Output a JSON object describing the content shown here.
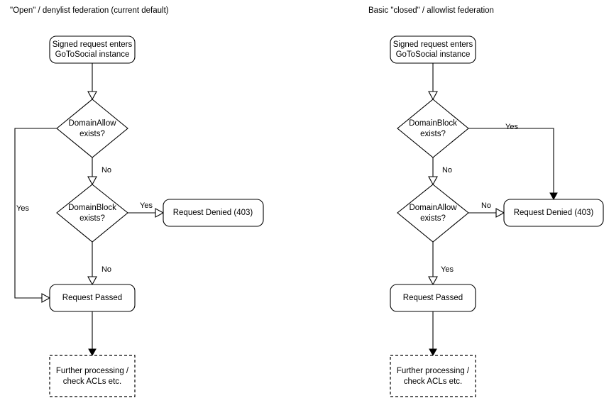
{
  "diagram": {
    "type": "flowchart",
    "background_color": "#ffffff",
    "stroke_color": "#000000",
    "text_color": "#000000",
    "panels": [
      {
        "id": "open-denylist",
        "title": "\"Open\" / denylist federation (current default)",
        "nodes": [
          {
            "id": "entry",
            "shape": "rounded-rect",
            "lines": [
              "Signed request enters",
              "GoToSocial instance"
            ]
          },
          {
            "id": "domain-allow",
            "shape": "diamond",
            "lines": [
              "DomainAllow",
              "exists?"
            ]
          },
          {
            "id": "domain-block",
            "shape": "diamond",
            "lines": [
              "DomainBlock",
              "exists?"
            ]
          },
          {
            "id": "request-denied",
            "shape": "rounded-rect",
            "lines": [
              "Request Denied (403)"
            ]
          },
          {
            "id": "request-passed",
            "shape": "rounded-rect",
            "lines": [
              "Request Passed"
            ]
          },
          {
            "id": "further-processing",
            "shape": "dashed-rect",
            "lines": [
              "Further processing /",
              "check ACLs etc."
            ]
          }
        ],
        "edges": [
          {
            "from": "entry",
            "to": "domain-allow",
            "label": ""
          },
          {
            "from": "domain-allow",
            "to": "request-passed",
            "label": "Yes"
          },
          {
            "from": "domain-allow",
            "to": "domain-block",
            "label": "No"
          },
          {
            "from": "domain-block",
            "to": "request-denied",
            "label": "Yes"
          },
          {
            "from": "domain-block",
            "to": "request-passed",
            "label": "No"
          },
          {
            "from": "request-passed",
            "to": "further-processing",
            "label": ""
          }
        ]
      },
      {
        "id": "closed-allowlist",
        "title": "Basic \"closed\" / allowlist federation",
        "nodes": [
          {
            "id": "entry",
            "shape": "rounded-rect",
            "lines": [
              "Signed request enters",
              "GoToSocial instance"
            ]
          },
          {
            "id": "domain-block",
            "shape": "diamond",
            "lines": [
              "DomainBlock",
              "exists?"
            ]
          },
          {
            "id": "domain-allow",
            "shape": "diamond",
            "lines": [
              "DomainAllow",
              "exists?"
            ]
          },
          {
            "id": "request-denied",
            "shape": "rounded-rect",
            "lines": [
              "Request Denied (403)"
            ]
          },
          {
            "id": "request-passed",
            "shape": "rounded-rect",
            "lines": [
              "Request Passed"
            ]
          },
          {
            "id": "further-processing",
            "shape": "dashed-rect",
            "lines": [
              "Further processing /",
              "check ACLs etc."
            ]
          }
        ],
        "edges": [
          {
            "from": "entry",
            "to": "domain-block",
            "label": ""
          },
          {
            "from": "domain-block",
            "to": "request-denied",
            "label": "Yes"
          },
          {
            "from": "domain-block",
            "to": "domain-allow",
            "label": "No"
          },
          {
            "from": "domain-allow",
            "to": "request-denied",
            "label": "No"
          },
          {
            "from": "domain-allow",
            "to": "request-passed",
            "label": "Yes"
          },
          {
            "from": "request-passed",
            "to": "further-processing",
            "label": ""
          }
        ]
      }
    ]
  },
  "labels": {
    "left": {
      "title": "\"Open\" / denylist federation (current default)",
      "entry_l1": "Signed request enters",
      "entry_l2": "GoToSocial instance",
      "allow_l1": "DomainAllow",
      "allow_l2": "exists?",
      "block_l1": "DomainBlock",
      "block_l2": "exists?",
      "denied": "Request Denied (403)",
      "passed": "Request Passed",
      "further_l1": "Further processing /",
      "further_l2": "check ACLs etc.",
      "edge_allow_yes": "Yes",
      "edge_allow_no": "No",
      "edge_block_yes": "Yes",
      "edge_block_no": "No"
    },
    "right": {
      "title": "Basic \"closed\" / allowlist federation",
      "entry_l1": "Signed request enters",
      "entry_l2": "GoToSocial instance",
      "block_l1": "DomainBlock",
      "block_l2": "exists?",
      "allow_l1": "DomainAllow",
      "allow_l2": "exists?",
      "denied": "Request Denied (403)",
      "passed": "Request Passed",
      "further_l1": "Further processing /",
      "further_l2": "check ACLs etc.",
      "edge_block_yes": "Yes",
      "edge_block_no": "No",
      "edge_allow_no": "No",
      "edge_allow_yes": "Yes"
    }
  }
}
